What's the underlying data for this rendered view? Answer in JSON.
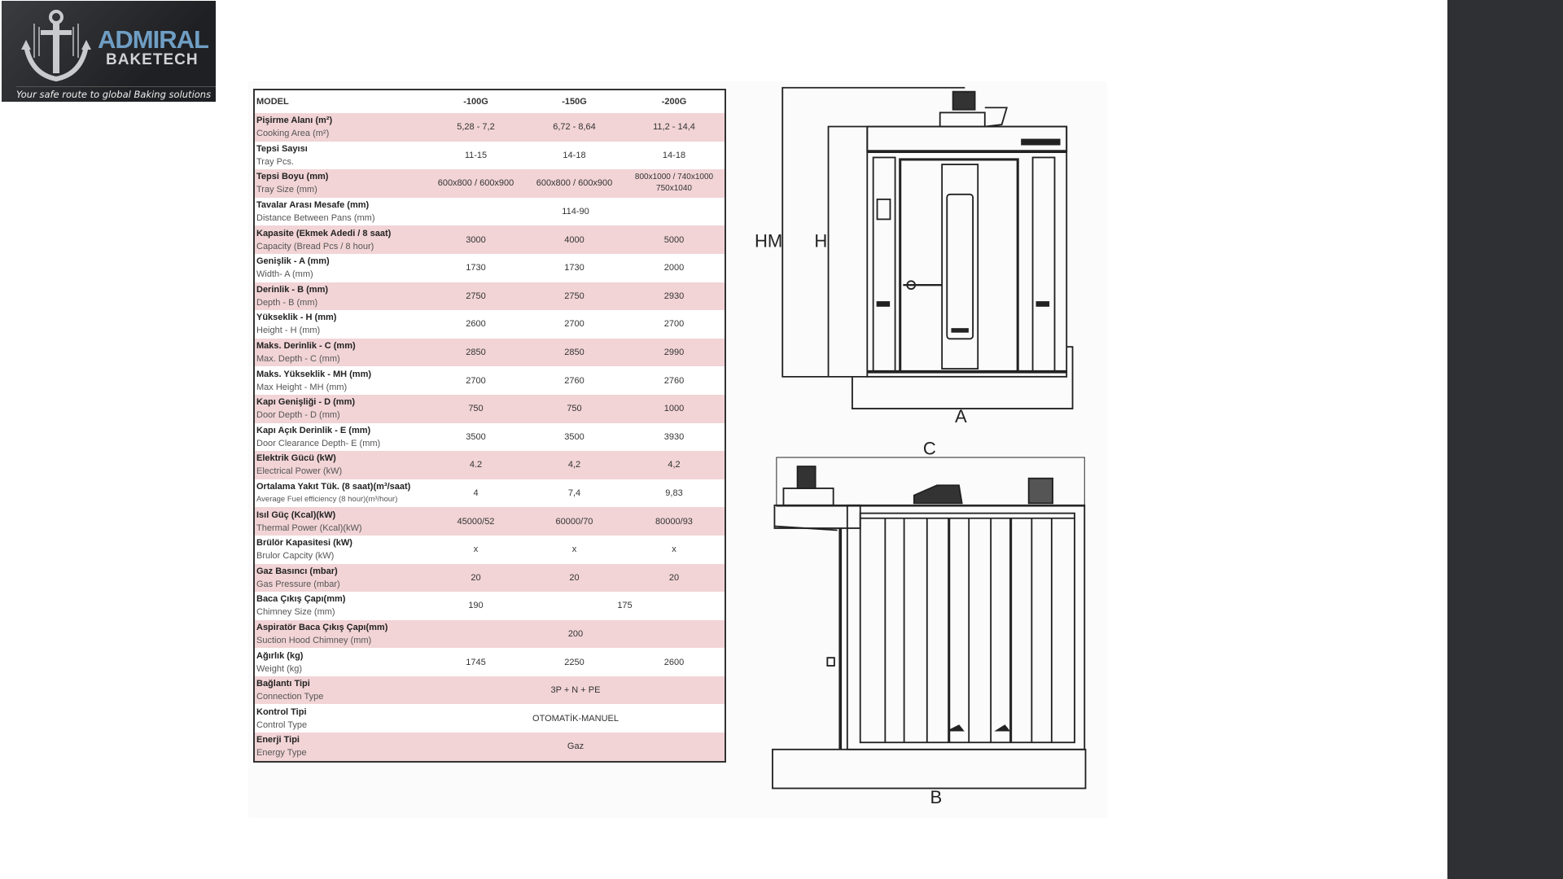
{
  "logo": {
    "brand_line1": "ADMIRAL",
    "brand_line2": "BAKETECH",
    "tagline": "Your safe route to global Baking solutions"
  },
  "table": {
    "header": {
      "label": "MODEL",
      "models": [
        "-100G",
        "-150G",
        "-200G"
      ]
    },
    "rows": [
      {
        "tr": "Pişirme Alanı (m²)",
        "en": "Cooking Area (m²)",
        "cells": [
          {
            "v": "5,28 - 7,2"
          },
          {
            "v": "6,72 - 8,64"
          },
          {
            "v": "11,2 - 14,4"
          }
        ]
      },
      {
        "tr": "Tepsi Sayısı",
        "en": "Tray Pcs.",
        "cells": [
          {
            "v": "11-15"
          },
          {
            "v": "14-18"
          },
          {
            "v": "14-18"
          }
        ]
      },
      {
        "tr": "Tepsi Boyu (mm)",
        "en": "Tray Size (mm)",
        "cells": [
          {
            "v": "600x800 / 600x900"
          },
          {
            "v": "600x800 / 600x900"
          },
          {
            "v": "800x1000 / 740x1000 750x1040"
          }
        ]
      },
      {
        "tr": "Tavalar Arası Mesafe (mm)",
        "en": "Distance Between Pans (mm)",
        "cells": [
          {
            "v": "114-90",
            "span": 3
          }
        ]
      },
      {
        "tr": "Kapasite (Ekmek Adedi / 8 saat)",
        "en": "Capacity (Bread Pcs / 8 hour)",
        "cells": [
          {
            "v": "3000"
          },
          {
            "v": "4000"
          },
          {
            "v": "5000"
          }
        ]
      },
      {
        "tr": "Genişlik - A (mm)",
        "en": "Width- A (mm)",
        "cells": [
          {
            "v": "1730"
          },
          {
            "v": "1730"
          },
          {
            "v": "2000"
          }
        ]
      },
      {
        "tr": "Derinlik - B (mm)",
        "en": "Depth - B (mm)",
        "cells": [
          {
            "v": "2750"
          },
          {
            "v": "2750"
          },
          {
            "v": "2930"
          }
        ]
      },
      {
        "tr": "Yükseklik - H (mm)",
        "en": "Height - H (mm)",
        "cells": [
          {
            "v": "2600"
          },
          {
            "v": "2700"
          },
          {
            "v": "2700"
          }
        ]
      },
      {
        "tr": "Maks. Derinlik - C (mm)",
        "en": "Max. Depth - C (mm)",
        "cells": [
          {
            "v": "2850"
          },
          {
            "v": "2850"
          },
          {
            "v": "2990"
          }
        ]
      },
      {
        "tr": "Maks. Yükseklik - MH (mm)",
        "en": "Max Height - MH (mm)",
        "cells": [
          {
            "v": "2700"
          },
          {
            "v": "2760"
          },
          {
            "v": "2760"
          }
        ]
      },
      {
        "tr": "Kapı Genişliği - D (mm)",
        "en": "Door Depth - D (mm)",
        "cells": [
          {
            "v": "750"
          },
          {
            "v": "750"
          },
          {
            "v": "1000"
          }
        ]
      },
      {
        "tr": "Kapı Açık Derinlik - E (mm)",
        "en": "Door Clearance  Depth- E (mm)",
        "cells": [
          {
            "v": "3500"
          },
          {
            "v": "3500"
          },
          {
            "v": "3930"
          }
        ]
      },
      {
        "tr": "Elektrik  Gücü (kW)",
        "en": "Electrical Power (kW)",
        "cells": [
          {
            "v": "4.2"
          },
          {
            "v": "4,2"
          },
          {
            "v": "4,2"
          }
        ]
      },
      {
        "tr": "Ortalama Yakıt Tük. (8 saat)(m³/saat)",
        "en": "Average Fuel efficiency (8 hour)(m³/hour)",
        "cells": [
          {
            "v": "4"
          },
          {
            "v": "7,4"
          },
          {
            "v": "9,83"
          }
        ]
      },
      {
        "tr": "Isıl Güç (Kcal)(kW)",
        "en": "Thermal Power (Kcal)(kW)",
        "cells": [
          {
            "v": "45000/52"
          },
          {
            "v": "60000/70"
          },
          {
            "v": "80000/93"
          }
        ]
      },
      {
        "tr": "Brülör Kapasitesi (kW)",
        "en": "Brulor Capcity  (kW)",
        "cells": [
          {
            "v": "x"
          },
          {
            "v": "x"
          },
          {
            "v": "x"
          }
        ]
      },
      {
        "tr": "Gaz Basıncı (mbar)",
        "en": "Gas Pressure (mbar)",
        "cells": [
          {
            "v": "20"
          },
          {
            "v": "20"
          },
          {
            "v": "20"
          }
        ]
      },
      {
        "tr": "Baca  Çıkış  Çapı(mm)",
        "en": "Chimney Size  (mm)",
        "cells": [
          {
            "v": "190"
          },
          {
            "v": "175",
            "span": 2
          }
        ]
      },
      {
        "tr": "Aspiratör Baca Çıkış Çapı(mm)",
        "en": "Suction Hood Chimney (mm)",
        "cells": [
          {
            "v": "200",
            "span": 3
          }
        ]
      },
      {
        "tr": "Ağırlık (kg)",
        "en": "Weight (kg)",
        "cells": [
          {
            "v": "1745"
          },
          {
            "v": "2250"
          },
          {
            "v": "2600"
          }
        ]
      },
      {
        "tr": "Bağlantı Tipi",
        "en": "Connection Type",
        "cells": [
          {
            "v": "3P + N + PE",
            "span": 3
          }
        ]
      },
      {
        "tr": "Kontrol Tipi",
        "en": "Control Type",
        "cells": [
          {
            "v": "OTOMATİK-MANUEL",
            "span": 3
          }
        ]
      },
      {
        "tr": "Enerji Tipi",
        "en": "Energy Type",
        "cells": [
          {
            "v": "Gaz",
            "span": 3
          }
        ]
      }
    ]
  },
  "drawing": {
    "labels": {
      "hm": "HM",
      "h": "H",
      "a": "A",
      "c": "C",
      "b": "B"
    }
  },
  "colors": {
    "row_pink": "#f2d4d6",
    "side_bar": "#2f3033"
  }
}
